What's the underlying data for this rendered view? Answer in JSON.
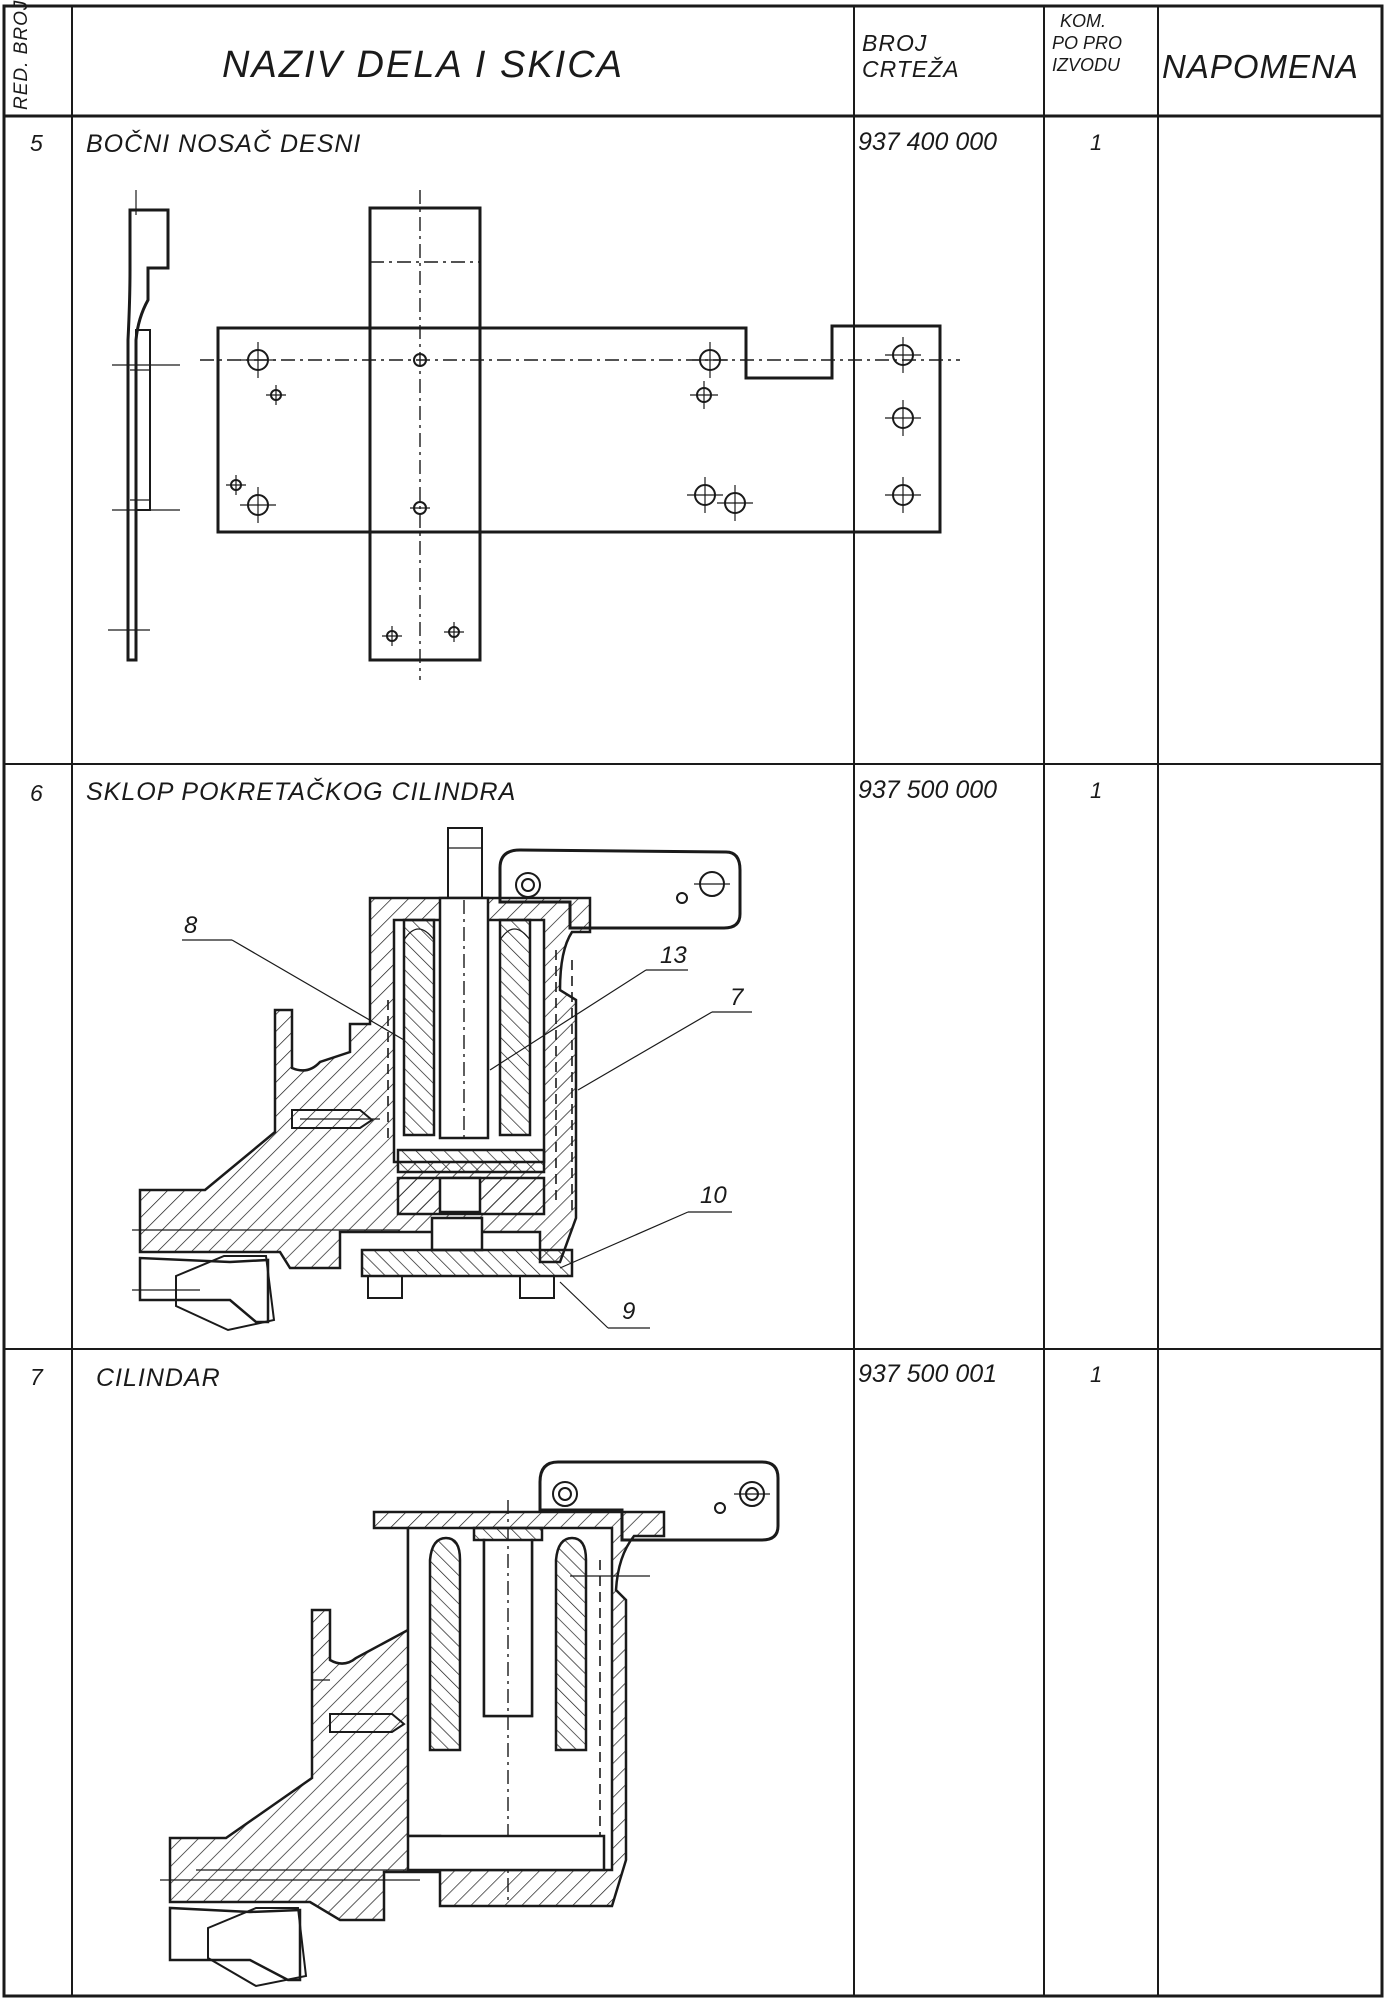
{
  "header": {
    "red_broj_label": "RED. BROJ",
    "naziv_label": "NAZIV DELA I SKICA",
    "broj_crteza_line1": "BROJ",
    "broj_crteza_line2": "CRTEŽA",
    "kom_line1": "KOM.",
    "kom_line2": "PO PRO",
    "kom_line3": "IZVODU",
    "napomena_label": "NAPOMENA"
  },
  "rows": [
    {
      "red_broj": "5",
      "naziv": "BOČNI NOSAČ  DESNI",
      "broj_crteza": "937 400 000",
      "kom": "1",
      "napomena": ""
    },
    {
      "red_broj": "6",
      "naziv": "SKLOP POKRETAČKOG CILINDRA",
      "broj_crteza": "937 500 000",
      "kom": "1",
      "napomena": "",
      "callouts": [
        "8",
        "13",
        "7",
        "10",
        "9"
      ]
    },
    {
      "red_broj": "7",
      "naziv": "CILINDAR",
      "broj_crteza": "937 500 001",
      "kom": "1",
      "napomena": ""
    }
  ]
}
